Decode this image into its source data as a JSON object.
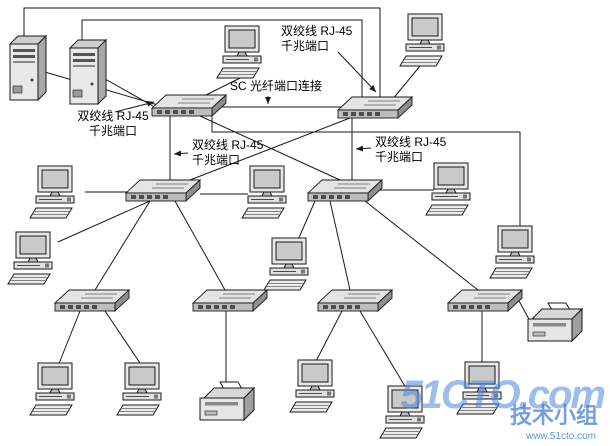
{
  "diagram": {
    "type": "network-topology",
    "labels": {
      "twisted_pair_gigabit": "双绞线 RJ-45\n千兆端口",
      "sc_fiber": "SC 光纤端口连接"
    },
    "devices": {
      "server_count": 2,
      "switch_count": 8,
      "computer_count": 13,
      "printer_count": 2
    },
    "watermark": {
      "brand": "51CTO.com",
      "group": "技术小组",
      "url": "www.51cto.com"
    },
    "colors": {
      "line": "#1a1a1a",
      "device_light": "#e8e8e8",
      "device_mid": "#c0c0c0",
      "device_dark": "#8f8f8f",
      "watermark": "#4a86e0"
    }
  }
}
